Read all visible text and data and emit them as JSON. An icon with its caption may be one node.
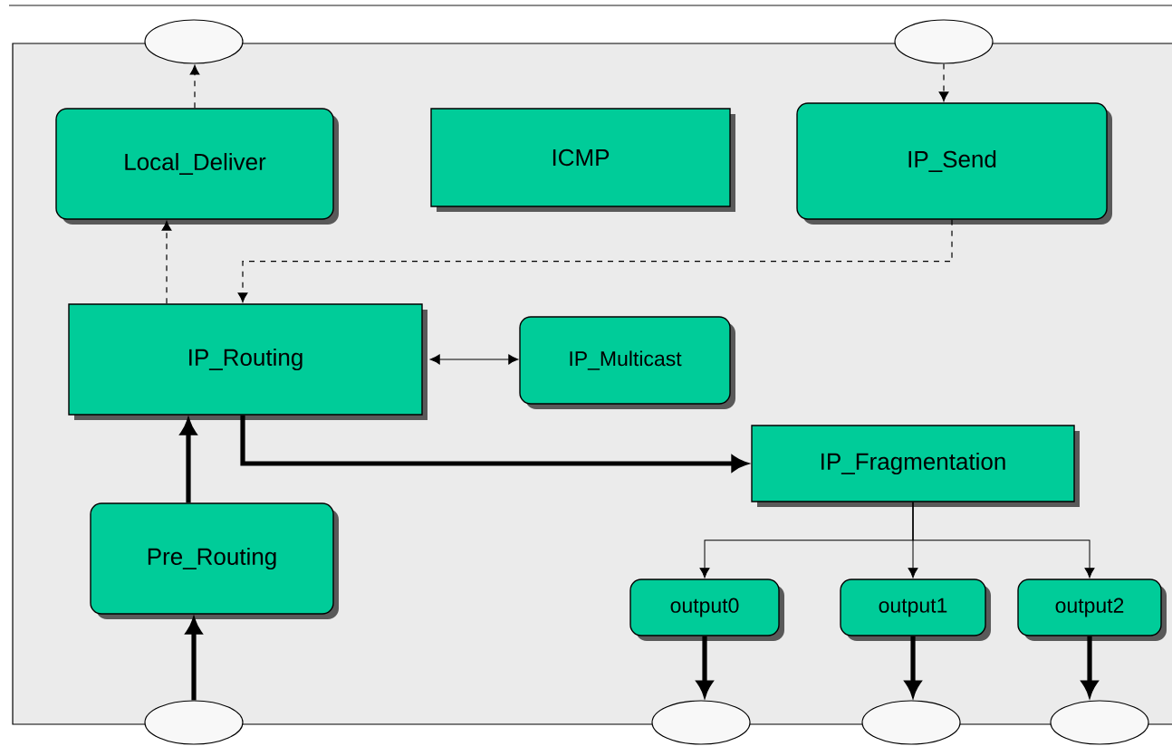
{
  "diagram": {
    "nodes": [
      {
        "text": [],
        "shape": "box"
      },
      {
        "text": [],
        "shape": "ellipse"
      },
      {
        "text": [],
        "shape": "ellipse"
      },
      {
        "text": [
          "Local_Deliver"
        ],
        "in": 0
      },
      {
        "text": [
          "ICMP"
        ],
        "in": 0
      },
      {
        "text": [
          "IP_Send"
        ],
        "in": 0
      },
      {
        "text": [
          "IP_Routing"
        ],
        "in": 0
      },
      {
        "text": [
          "IP_Multicast"
        ],
        "in": 0
      },
      {
        "text": [
          "IP_Fragmentation"
        ],
        "in": 0
      },
      {
        "text": [
          "Pre_Routing"
        ],
        "in": 0
      },
      {
        "text": [
          "output0"
        ],
        "in": 0
      },
      {
        "text": [
          "output1"
        ],
        "in": 0
      },
      {
        "text": [
          "output2"
        ],
        "in": 0
      },
      {
        "text": [],
        "shape": "ellipse"
      },
      {
        "text": [],
        "shape": "ellipse"
      },
      {
        "text": [],
        "shape": "ellipse"
      },
      {
        "text": [],
        "shape": "ellipse"
      }
    ],
    "edges": [
      {
        "from": 3,
        "to": 1,
        "arrow": "to",
        "style": "dashed"
      },
      {
        "from": 2,
        "to": 5,
        "arrow": "to",
        "style": "dashed"
      },
      {
        "from": 5,
        "to": 6,
        "arrow": "to",
        "style": "dashed"
      },
      {
        "from": 6,
        "to": 3,
        "arrow": "to",
        "style": "dashed"
      },
      {
        "from": 6,
        "to": 7,
        "arrow": "both"
      },
      {
        "from": 6,
        "to": 8,
        "arrow": "to",
        "style": "thick"
      },
      {
        "from": 9,
        "to": 6,
        "arrow": "to",
        "style": "thick"
      },
      {
        "from": 13,
        "to": 9,
        "arrow": "to",
        "style": "thick"
      },
      {
        "from": 8,
        "to": 10,
        "arrow": "to"
      },
      {
        "from": 8,
        "to": 11,
        "arrow": "to"
      },
      {
        "from": 8,
        "to": 12,
        "arrow": "to"
      },
      {
        "from": 10,
        "to": 14,
        "arrow": "to",
        "style": "thick"
      },
      {
        "from": 11,
        "to": 15,
        "arrow": "to",
        "style": "thick"
      },
      {
        "from": 12,
        "to": 16,
        "arrow": "to",
        "style": "thick"
      }
    ]
  }
}
